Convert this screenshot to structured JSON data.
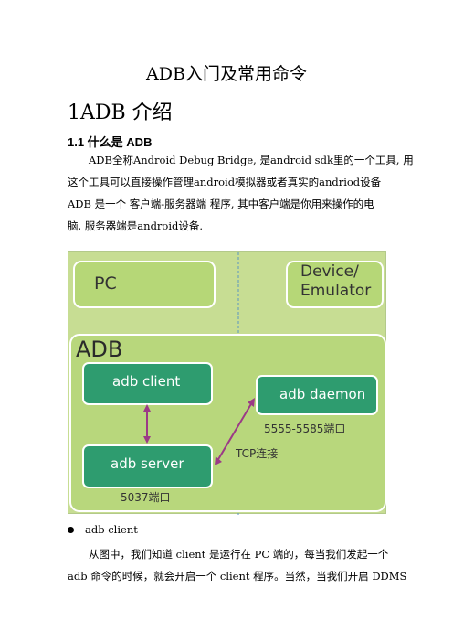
{
  "doc": {
    "title": "ADB入门及常用命令",
    "h1": "1ADB 介绍",
    "h2": "1.1 什么是 ADB",
    "intro_lines": [
      "ADB全称Android Debug Bridge, 是android sdk里的一个工具, 用",
      "这个工具可以直接操作管理android模拟器或者真实的andriod设备",
      "ADB 是一个 客户端-服务器端 程序, 其中客户端是你用来操作的电",
      "脑, 服务器端是android设备."
    ],
    "bullet": "adb client",
    "body_lines": [
      "从图中，我们知道 client 是运行在 PC 端的，每当我们发起一个",
      "adb 命令的时候，就会开启一个 client 程序。当然，当我们开启 DDMS"
    ]
  },
  "diagram": {
    "pc_label": "PC",
    "device_label_1": "Device/",
    "device_label_2": "Emulator",
    "adb_label": "ADB",
    "client_label": "adb client",
    "daemon_label": "adb daemon",
    "server_label": "adb server",
    "daemon_port": "5555-5585端口",
    "tcp_label": "TCP连接",
    "server_port": "5037端口",
    "colors": {
      "background": "#c7dd93",
      "box_light": "#b7d77a",
      "box_dark": "#2f9a6e",
      "arrow": "#9b3a86",
      "divider": "#4f8fb5"
    }
  }
}
